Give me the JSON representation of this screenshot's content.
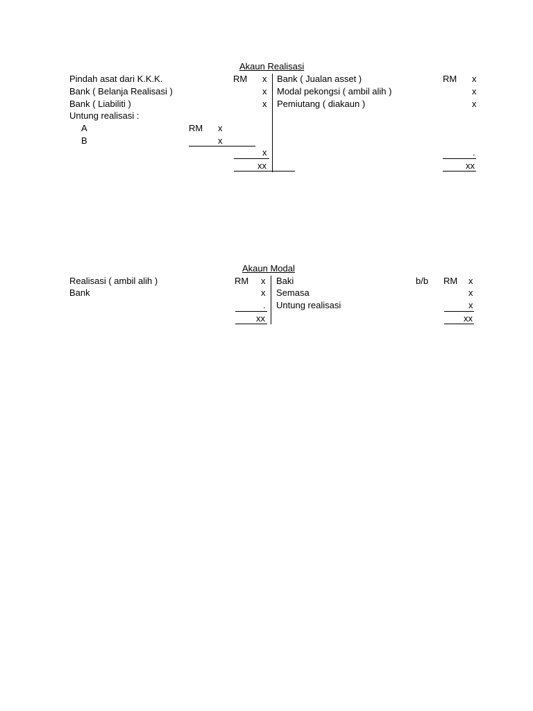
{
  "realisasi": {
    "title": "Akaun Realisasi",
    "left": {
      "pindah": "Pindah asat dari K.K.K.",
      "belanja": "Bank ( Belanja Realisasi )",
      "liabiliti": "Bank ( Liabiliti )",
      "untung": "Untung realisasi :",
      "partner_a": "A",
      "partner_b": "B",
      "rm_header": "RM",
      "sub_rm": "RM",
      "x": "x",
      "xx": "xx"
    },
    "right": {
      "jualan": "Bank ( Jualan asset )",
      "modal_pekongsi": "Modal pekongsi ( ambil alih )",
      "pemiutang": "Pemiutang ( diakaun )",
      "rm_header": "RM",
      "x": "x",
      "dot": ".",
      "xx": "xx"
    }
  },
  "modal": {
    "title": "Akaun Modal",
    "left": {
      "realisasi": "Realisasi ( ambil alih )",
      "bank": "Bank",
      "rm_header": "RM",
      "x": "x",
      "dot": ".",
      "xx": "xx"
    },
    "right": {
      "baki": "Baki",
      "bb": "b/b",
      "semasa": "Semasa",
      "untung": "Untung realisasi",
      "rm_header": "RM",
      "x": "x",
      "xx": "xx"
    }
  }
}
